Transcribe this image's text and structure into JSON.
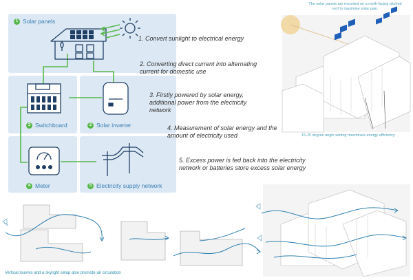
{
  "panels": {
    "solar_panels": {
      "number": "1",
      "label": "Solar panels"
    },
    "solar_inverter": {
      "number": "2",
      "label": "Solar inverter"
    },
    "switchboard": {
      "number": "3",
      "label": "Switchboard"
    },
    "meter": {
      "number": "4",
      "label": "Meter"
    },
    "supply_network": {
      "number": "5",
      "label": "Electricity supply network"
    }
  },
  "steps": [
    "1. Convert sunlight to electrical energy",
    "2. Converting direct current into alternating current for domestic use",
    "3. Firstly powered by solar energy, additional power from the electricity network",
    "4. Measurement of solar energy and the amount of electricity used",
    "5. Excess power is fed back into the electricity network or batteries store excess solar energy"
  ],
  "notes": {
    "roof_note": "The solar panels are mounted on a north-facing pitched roof to maximise solar gain.",
    "angle_note": "15-25 degree angle setting maximises energy efficiency",
    "ventilation_caption": "Vertical louvres and a skylight setup also promote air circulation"
  },
  "colors": {
    "panel_bg": "#dce8f3",
    "badge": "#57b84a",
    "wire": "#57b84a",
    "label_blue": "#3a7fb5",
    "airflow": "#2d7fb0",
    "icon_stroke": "#1f3f66"
  },
  "icons": [
    "house-with-solar-panels-icon",
    "sun-icon",
    "switchboard-icon",
    "solar-inverter-icon",
    "meter-icon",
    "power-pylon-icon",
    "wind-icon"
  ]
}
